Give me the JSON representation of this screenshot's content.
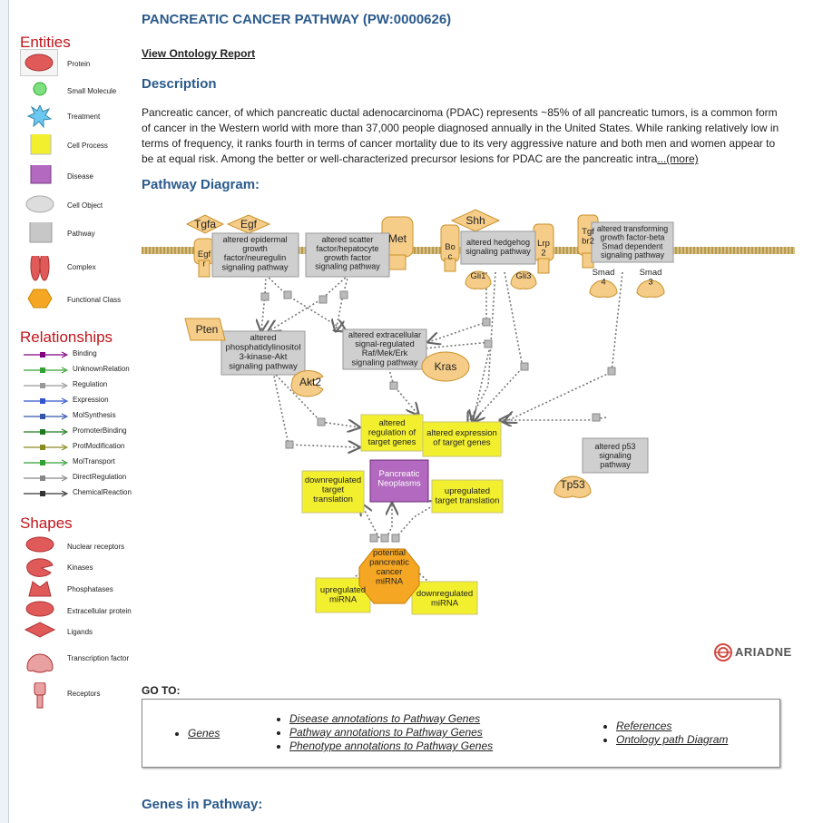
{
  "legend": {
    "entities_title": "Entities",
    "entities": [
      {
        "label": "Protein",
        "icon": "protein-ellipse-icon"
      },
      {
        "label": "Small Molecule",
        "icon": "small-molecule-circle-icon"
      },
      {
        "label": "Treatment",
        "icon": "treatment-star-icon"
      },
      {
        "label": "Cell Process",
        "icon": "cell-process-square-icon"
      },
      {
        "label": "Disease",
        "icon": "disease-square-icon"
      },
      {
        "label": "Cell Object",
        "icon": "cell-object-ellipse-icon"
      },
      {
        "label": "Pathway",
        "icon": "pathway-square-icon"
      },
      {
        "label": "Complex",
        "icon": "complex-icon"
      },
      {
        "label": "Functional Class",
        "icon": "functional-class-hexagon-icon"
      }
    ],
    "relationships_title": "Relationships",
    "relationships": [
      {
        "label": "Binding",
        "color": "#800080"
      },
      {
        "label": "UnknownRelation",
        "color": "#33a033"
      },
      {
        "label": "Regulation",
        "color": "#999999"
      },
      {
        "label": "Expression",
        "color": "#3355cc"
      },
      {
        "label": "MolSynthesis",
        "color": "#3355aa"
      },
      {
        "label": "PromoterBinding",
        "color": "#1e7a1e"
      },
      {
        "label": "ProtModification",
        "color": "#8a8a1e"
      },
      {
        "label": "MolTransport",
        "color": "#33a033"
      },
      {
        "label": "DirectRegulation",
        "color": "#888888"
      },
      {
        "label": "ChemicalReaction",
        "color": "#333333"
      }
    ],
    "shapes_title": "Shapes",
    "shapes": [
      {
        "label": "Nuclear receptors",
        "icon": "nuclear-receptor-icon"
      },
      {
        "label": "Kinases",
        "icon": "kinase-icon"
      },
      {
        "label": "Phosphatases",
        "icon": "phosphatase-icon"
      },
      {
        "label": "Extracellular protein",
        "icon": "extracellular-protein-icon"
      },
      {
        "label": "Ligands",
        "icon": "ligand-icon"
      },
      {
        "label": "Transcription factor",
        "icon": "transcription-factor-icon"
      },
      {
        "label": "Receptors",
        "icon": "receptor-icon"
      }
    ]
  },
  "page": {
    "title": "PANCREATIC CANCER PATHWAY (PW:0000626)",
    "ontology_link": "View Ontology Report",
    "description_heading": "Description",
    "description_text": "Pancreatic cancer, of which pancreatic ductal adenocarcinoma (PDAC) represents ~85% of all pancreatic tumors, is a common form of cancer in the Western world with more than 37,000 people diagnosed annually in the United States. While ranking relatively low in terms of frequency, it ranks fourth in terms of cancer mortality due to its very aggressive nature and both men and women appear to be at equal risk. Among the better or well-characterized precursor lesions for PDAC are the pancreatic intra",
    "more_link": "...(more)",
    "diagram_heading": "Pathway Diagram:",
    "ariadne_logo": "ARIADNE",
    "goto_heading": "GO TO:",
    "goto_col1": [
      "Genes"
    ],
    "goto_col2": [
      "Disease annotations to Pathway Genes",
      "Pathway annotations to Pathway Genes",
      "Phenotype annotations to Pathway Genes"
    ],
    "goto_col3": [
      "References",
      "Ontology path Diagram"
    ],
    "genes_heading": "Genes in Pathway:"
  },
  "diagram": {
    "ligands": [
      "Tgfa",
      "Egf",
      "Shh"
    ],
    "receptors": [
      "Egfr",
      "Met",
      "Boc",
      "Lrp2",
      "Tgfbr2"
    ],
    "pathways": [
      "altered epidermal growth factor/neuregulin signaling pathway",
      "altered scatter factor/hepatocyte growth factor signaling pathway",
      "altered hedgehog signaling pathway",
      "altered transforming growth factor-beta Smad dependent signaling pathway",
      "altered phosphatidylinositol 3-kinase-Akt signaling pathway",
      "altered extracellular signal-regulated Raf/Mek/Erk signaling pathway",
      "altered p53 signaling pathway"
    ],
    "proteins": [
      "Gli1",
      "Gli3",
      "Smad4",
      "Smad3",
      "Pten",
      "Akt2",
      "Kras",
      "Tp53"
    ],
    "processes": [
      "altered regulation of target genes",
      "altered expression of target genes",
      "downregulated target translation",
      "upregulated target translation",
      "upregulated miRNA",
      "downregulated miRNA"
    ],
    "disease": "Pancreatic Neoplasms",
    "functional_class": "potential pancreatic cancer miRNA"
  }
}
